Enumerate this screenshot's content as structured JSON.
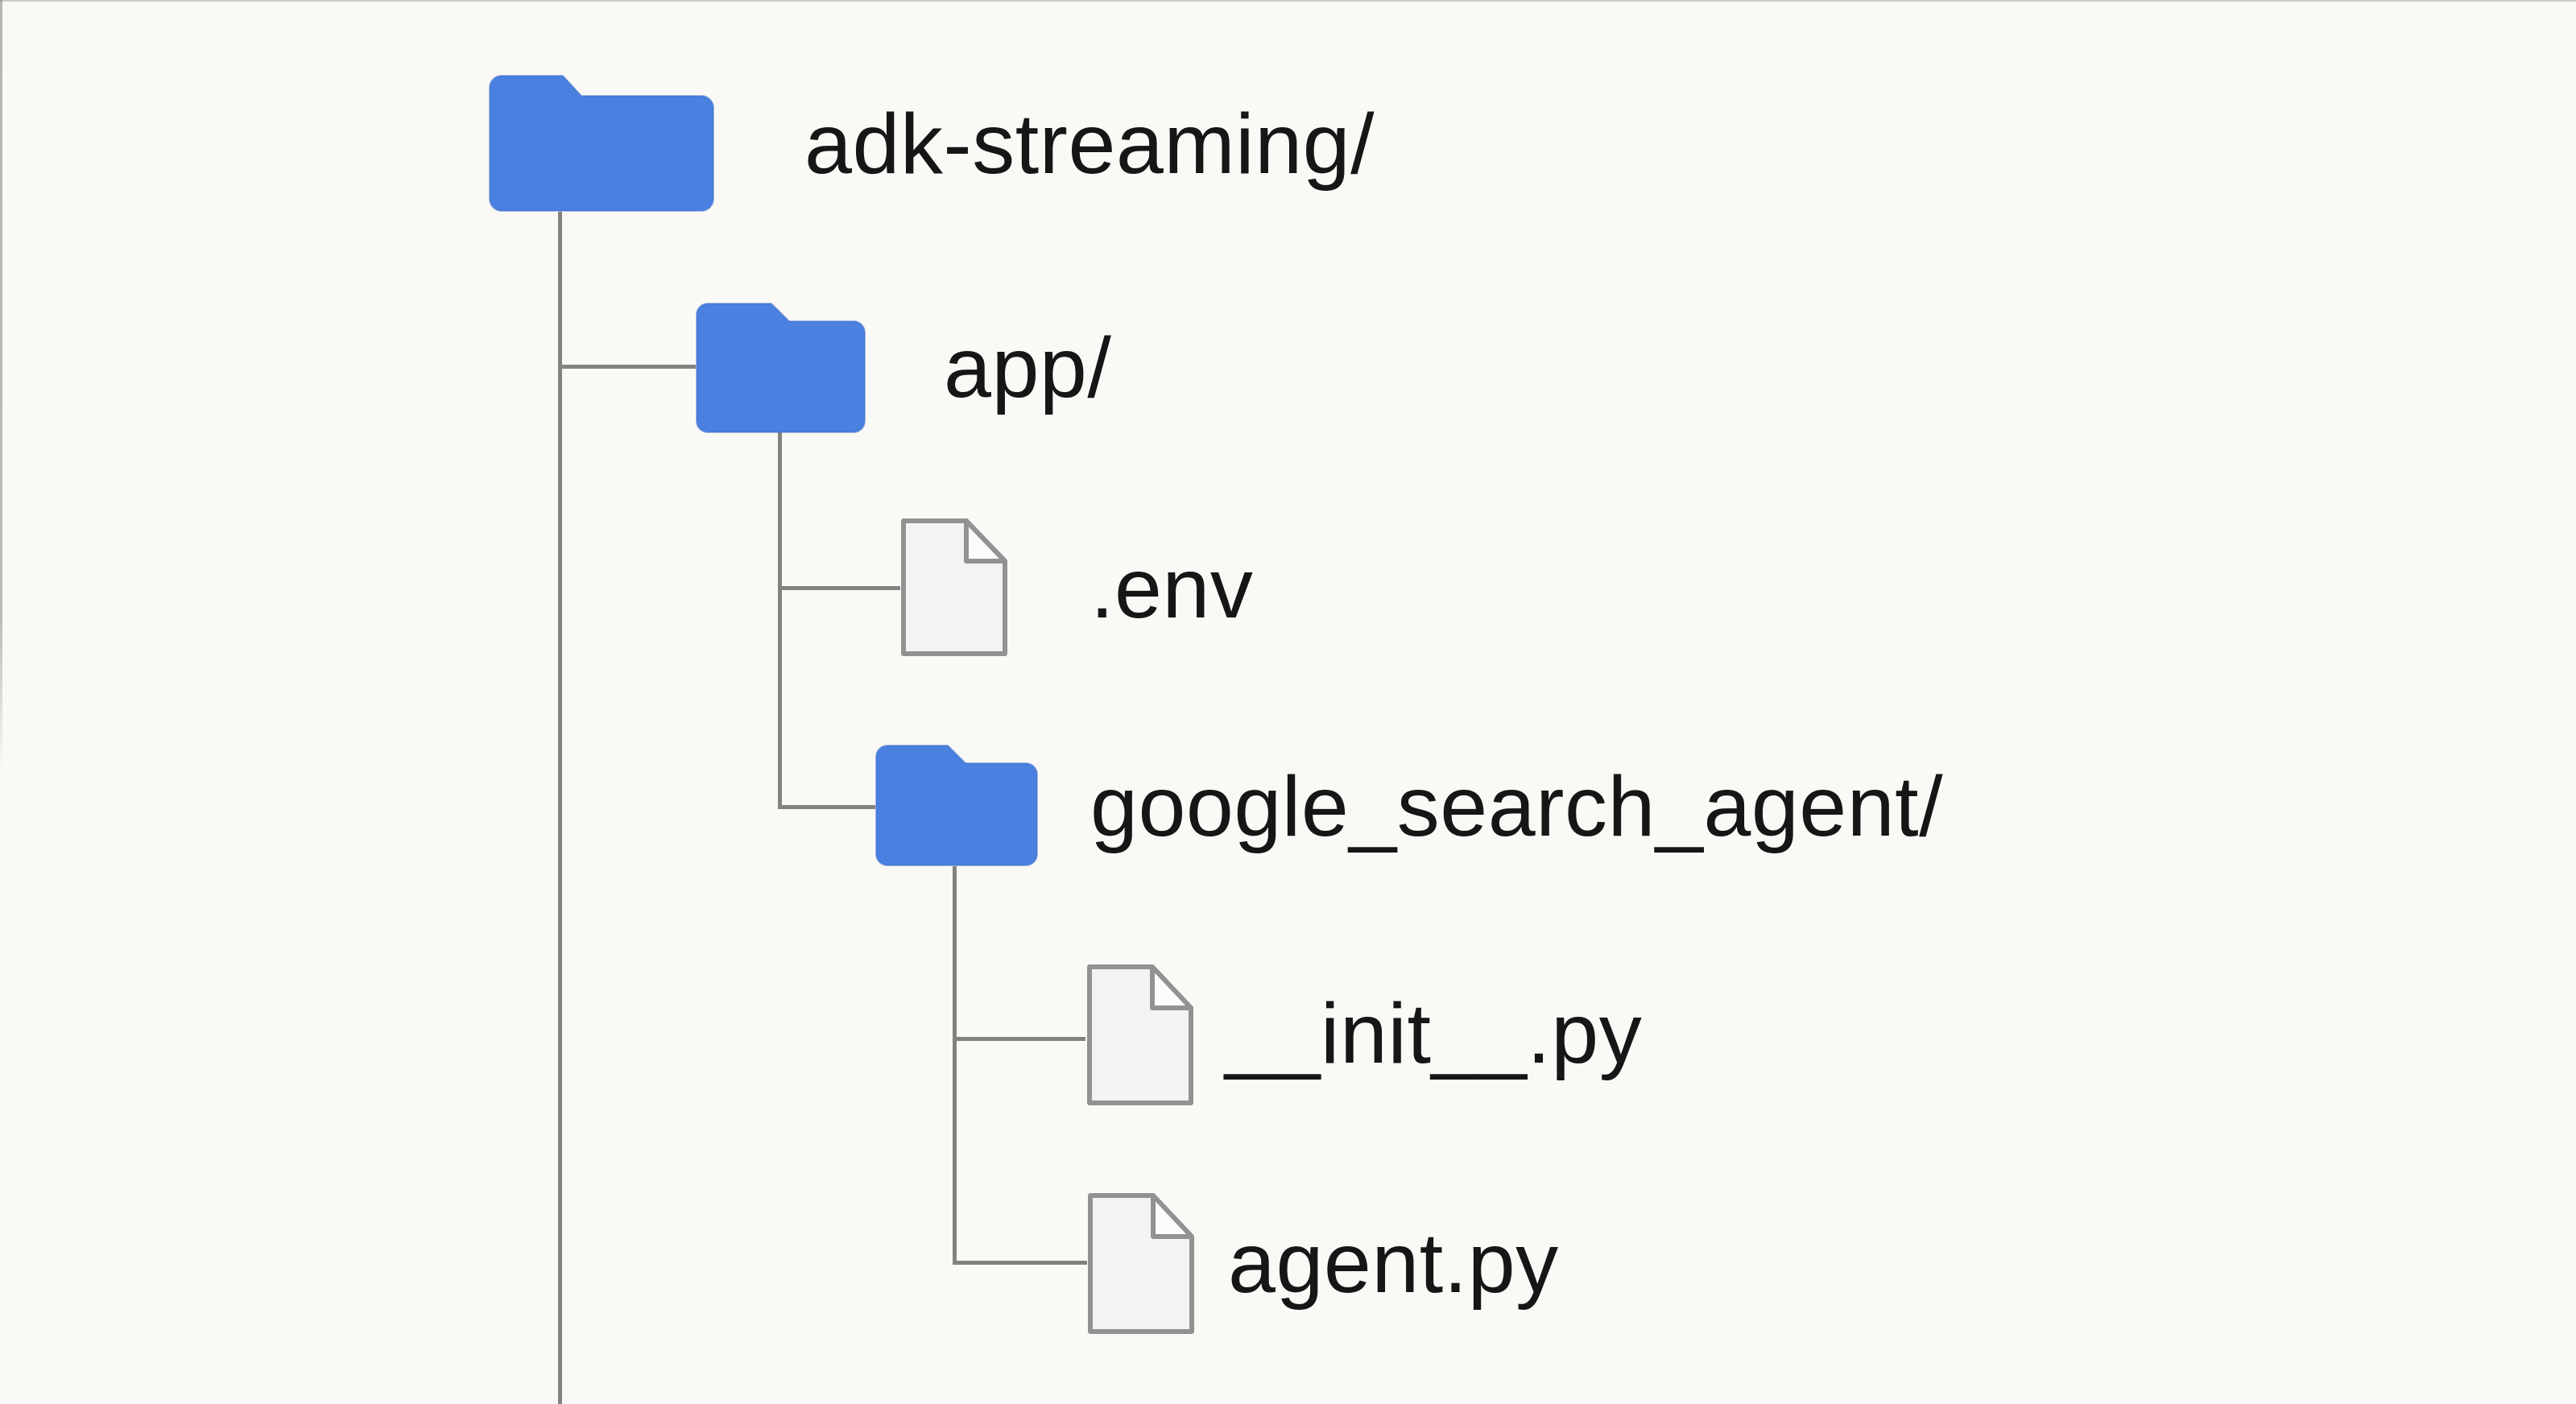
{
  "colors": {
    "background": "#faf9f6",
    "folder_blue": "#4a80e0",
    "folder_blue_edge": "#3c6cc4",
    "line_gray": "#828280",
    "file_fill": "#f3f3f2",
    "file_fold_fill": "#fbfbfa",
    "file_border": "#929292",
    "text": "#161616"
  },
  "tree": {
    "nodes": [
      {
        "label": "adk-streaming/",
        "type": "folder",
        "icon": "folder-icon",
        "depth": 0
      },
      {
        "label": "app/",
        "type": "folder",
        "icon": "folder-icon",
        "depth": 1
      },
      {
        "label": ".env",
        "type": "file",
        "icon": "file-icon",
        "depth": 2
      },
      {
        "label": "google_search_agent/",
        "type": "folder",
        "icon": "folder-icon",
        "depth": 2
      },
      {
        "label": "__init__.py",
        "type": "file",
        "icon": "file-icon",
        "depth": 3
      },
      {
        "label": "agent.py",
        "type": "file",
        "icon": "file-icon",
        "depth": 3
      }
    ]
  }
}
